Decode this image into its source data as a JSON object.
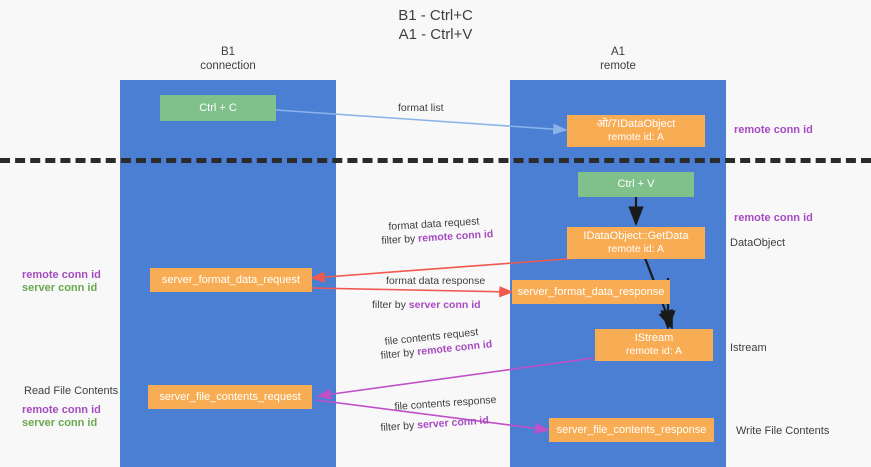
{
  "diagram": {
    "title_line1": "B1 - Ctrl+C",
    "title_line2": "A1 - Ctrl+V",
    "colors": {
      "lane": "#4a7fd4",
      "green_node": "#80c08a",
      "orange_node": "#f8ad54",
      "purple_text": "#a64bc0",
      "green_text": "#6aa84f",
      "blue_arrow": "#8ab4e8",
      "red_arrow": "#f0594f",
      "magenta_arrow": "#c050c8",
      "black_arrow": "#1a1a1a",
      "divider": "#2b2b2b",
      "background": "#f8f8f8"
    },
    "lanes": [
      {
        "name": "B1",
        "sub": "connection"
      },
      {
        "name": "A1",
        "sub": "remote"
      }
    ],
    "nodes": {
      "ctrl_c": {
        "line1": "Ctrl + C",
        "line2": ""
      },
      "idataobject": {
        "line1": "ऒ/7IDataObject",
        "line2": "remote id: A"
      },
      "ctrl_v": {
        "line1": "Ctrl + V",
        "line2": ""
      },
      "getdata": {
        "line1": "IDataObject::GetData",
        "line2": "remote id: A"
      },
      "server_format_data_request": {
        "line1": "server_format_data_request",
        "line2": ""
      },
      "server_format_data_response": {
        "line1": "server_format_data_response",
        "line2": ""
      },
      "istream": {
        "line1": "IStream",
        "line2": "remote id: A"
      },
      "server_file_contents_request": {
        "line1": "server_file_contents_request",
        "line2": ""
      },
      "server_file_contents_response": {
        "line1": "server_file_contents_response",
        "line2": ""
      }
    },
    "edge_labels": {
      "format_list": "format list",
      "format_data_request": "format data request",
      "format_data_request_filter_prefix": "filter by ",
      "format_data_request_filter_key": "remote conn id",
      "format_data_response": "format data response",
      "format_data_response_filter_prefix": "filter by ",
      "format_data_response_filter_key": "server conn id",
      "file_contents_request": "file contents request",
      "file_contents_request_filter_prefix": "filter by ",
      "file_contents_request_filter_key": "remote conn id",
      "file_contents_response": "file contents response",
      "file_contents_response_filter_prefix": "filter by ",
      "file_contents_response_filter_key": "server conn id"
    },
    "side_labels": {
      "right_remote_conn_id_top": "remote conn id",
      "right_remote_conn_id_mid": "remote conn id",
      "right_dataobject": "DataObject",
      "right_istream": "Istream",
      "right_write_file_contents": "Write File Contents",
      "left_remote_conn_id_mid": "remote conn id",
      "left_server_conn_id_mid": "server conn id",
      "left_read_file_contents": "Read File Contents",
      "left_remote_conn_id_bot": "remote conn id",
      "left_server_conn_id_bot": "server conn id"
    }
  }
}
